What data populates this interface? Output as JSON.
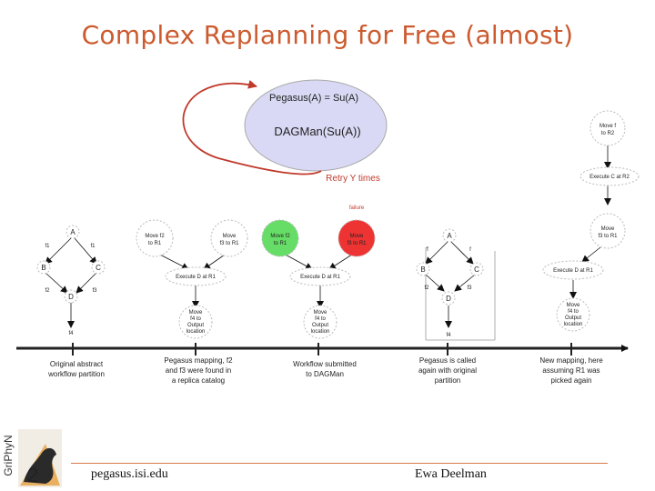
{
  "slide": {
    "title": "Complex Replanning for Free (almost)"
  },
  "loop": {
    "line1": "Pegasus(A) = Su(A)",
    "line2": "DAGMan(Su(A))",
    "retry": "Retry Y times",
    "failure": "failure"
  },
  "panel1": {
    "nodes": [
      "A",
      "B",
      "C",
      "D"
    ],
    "edges": [
      "f1",
      "f1",
      "f2",
      "f3"
    ],
    "output": "f4",
    "caption": [
      "Original abstract",
      "workflow partition"
    ]
  },
  "panel2": {
    "move_f2": [
      "Move f2",
      "to R1"
    ],
    "move_f3": [
      "Move",
      "f3 to R1"
    ],
    "execute": "Execute D at R1",
    "move_f4": [
      "Move",
      "f4 to",
      "Output",
      "location"
    ],
    "caption": [
      "Pegasus mapping, f2",
      "and f3 were found in",
      "a replica catalog"
    ]
  },
  "panel3": {
    "move_f2": [
      "Move f2",
      "to R1"
    ],
    "move_f3": [
      "Move",
      "f3 to R1"
    ],
    "execute": "Execute D at R1",
    "move_f4": [
      "Move",
      "f4 to",
      "Output",
      "location"
    ],
    "caption": [
      "Workflow submitted",
      "to DAGMan"
    ]
  },
  "panel4": {
    "nodes": [
      "A",
      "B",
      "C",
      "D"
    ],
    "edges": [
      "f",
      "f",
      "f2",
      "f3"
    ],
    "output": "f4",
    "caption": [
      "Pegasus is called",
      "again with original",
      "partition"
    ]
  },
  "panel5": {
    "move_f": [
      "Move f",
      "to R2"
    ],
    "execute_c": "Execute C at R2",
    "move_f3": [
      "Move",
      "f3 to R1"
    ],
    "execute_d": "Execute D at R1",
    "move_f4": [
      "Move",
      "f4 to",
      "Output",
      "location"
    ],
    "caption": [
      "New mapping, here",
      "assuming R1 was",
      "picked again"
    ]
  },
  "footer": {
    "left": "pegasus.isi.edu",
    "right": "Ewa Deelman"
  },
  "logo": {
    "text": "GriPhyN"
  },
  "colors": {
    "title": "#cc5a2e",
    "loop_fill": "#d9d9f5",
    "arrow_red": "#c0392b",
    "green_node": "#66dd66",
    "red_node": "#ee3333",
    "rule": "#d97a4a"
  }
}
